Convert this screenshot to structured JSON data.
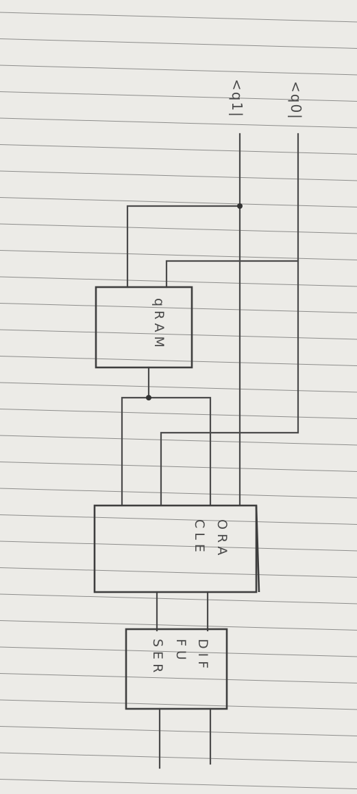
{
  "signals": {
    "input_a": "<q0|",
    "input_b": "<q1|"
  },
  "blocks": {
    "ram": {
      "label": "qRAM"
    },
    "oracle": {
      "line1": "ORA",
      "line2": "CLE"
    },
    "diffuser": {
      "line1": "DIF",
      "line2": "FU",
      "line3": "SER"
    }
  },
  "colors": {
    "paper": "#ecebe7",
    "ruled_line": "#3d3d3d",
    "pencil": "#4a4a4a"
  }
}
